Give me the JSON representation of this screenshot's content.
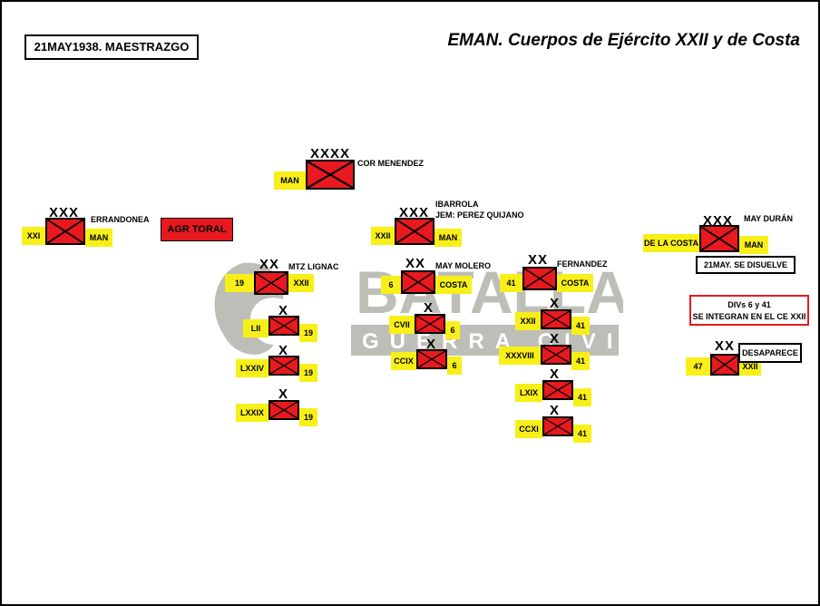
{
  "header": {
    "date_label": "21MAY1938. MAESTRAZGO",
    "title": "EMAN.  Cuerpos de Ejército XXII y de Costa"
  },
  "watermark": {
    "line1": "BATALLAS",
    "line2": "GUERRA CIVIL"
  },
  "units": {
    "army": {
      "echelon": "XXXX",
      "left_label": "MAN",
      "commander": "COR MENENDEZ"
    },
    "ce_xxi": {
      "echelon": "XXX",
      "left_label": "XXI",
      "right_label": "MAN",
      "commander": "ERRANDONEA"
    },
    "agr_toral": {
      "label": "AGR TORAL"
    },
    "ce_xxii": {
      "echelon": "XXX",
      "left_label": "XXII",
      "right_label": "MAN",
      "commander_line1": "IBARROLA",
      "commander_line2": "JEM: PEREZ QUIJANO"
    },
    "ce_costa": {
      "echelon": "XXX",
      "left_label": "DE LA COSTA",
      "right_label": "MAN",
      "commander": "MAY DURÁN",
      "note": "21MAY. SE DISUELVE"
    },
    "div_19": {
      "echelon": "XX",
      "left_label": "19",
      "right_label": "XXII",
      "commander": "MTZ LIGNAC"
    },
    "bde_lii": {
      "echelon": "X",
      "left_label": "LII",
      "right_label": "19"
    },
    "bde_lxxiv": {
      "echelon": "X",
      "left_label": "LXXIV",
      "right_label": "19"
    },
    "bde_lxxix": {
      "echelon": "X",
      "left_label": "LXXIX",
      "right_label": "19"
    },
    "div_6": {
      "echelon": "XX",
      "left_label": "6",
      "right_label": "COSTA",
      "commander": "MAY MOLERO"
    },
    "bde_cvii": {
      "echelon": "X",
      "left_label": "CVII",
      "right_label": "6"
    },
    "bde_ccix": {
      "echelon": "X",
      "left_label": "CCIX",
      "right_label": "6"
    },
    "div_41": {
      "echelon": "XX",
      "left_label": "41",
      "right_label": "COSTA",
      "commander": "FERNANDEZ"
    },
    "bde_xxii": {
      "echelon": "X",
      "left_label": "XXII",
      "right_label": "41"
    },
    "bde_xxxviii": {
      "echelon": "X",
      "left_label": "XXXVIII",
      "right_label": "41"
    },
    "bde_lxix": {
      "echelon": "X",
      "left_label": "LXIX",
      "right_label": "41"
    },
    "bde_ccxi": {
      "echelon": "X",
      "left_label": "CCXI",
      "right_label": "41"
    },
    "div_47": {
      "echelon": "XX",
      "left_label": "47",
      "right_label": "XXII",
      "note": "DESAPARECE"
    }
  },
  "notice": {
    "line1": "DIVs 6 y 41",
    "line2": "SE INTEGRAN EN EL CE XXII"
  },
  "colors": {
    "unit_fill": "#e8191f",
    "label_highlight": "#f8ef18",
    "notice_border": "#e8191f"
  }
}
